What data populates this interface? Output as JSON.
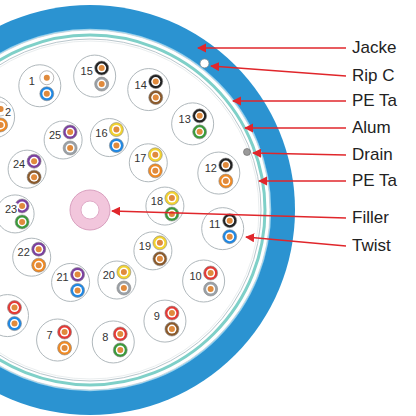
{
  "diagram": {
    "labels": [
      "Jacke",
      "Rip C",
      "PE Ta",
      "Alum",
      "Drain",
      "PE Ta",
      "Filler",
      "Twist",
      "15",
      "1",
      "14",
      "13",
      "25",
      "16",
      "2",
      "24",
      "17",
      "12",
      "23",
      "18",
      "11",
      "22",
      "19",
      "21",
      "20",
      "10",
      "7",
      "9",
      "8"
    ]
  }
}
